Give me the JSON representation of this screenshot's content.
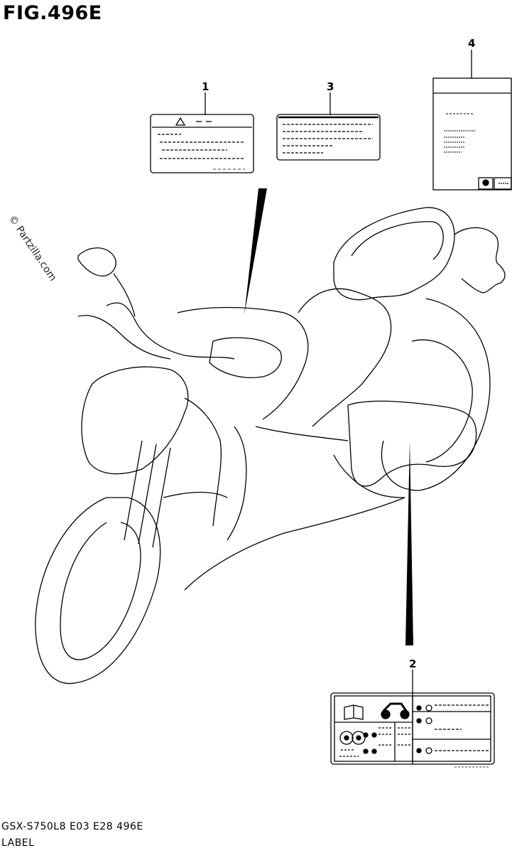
{
  "figure": {
    "title": "FIG.496E",
    "code": "GSX-S750L8  E03  E28  496E",
    "caption": "LABEL",
    "watermark": "© Partzilla.com"
  },
  "callouts": [
    {
      "id": "1",
      "label": "1"
    },
    {
      "id": "2",
      "label": "2"
    },
    {
      "id": "3",
      "label": "3"
    },
    {
      "id": "4",
      "label": "4"
    }
  ],
  "icons": {
    "warning": "warning-triangle-icon",
    "manual": "owner-manual-icon",
    "motorcycle": "motorcycle-icon"
  },
  "colors": {
    "line": "#000000",
    "background": "#ffffff"
  }
}
